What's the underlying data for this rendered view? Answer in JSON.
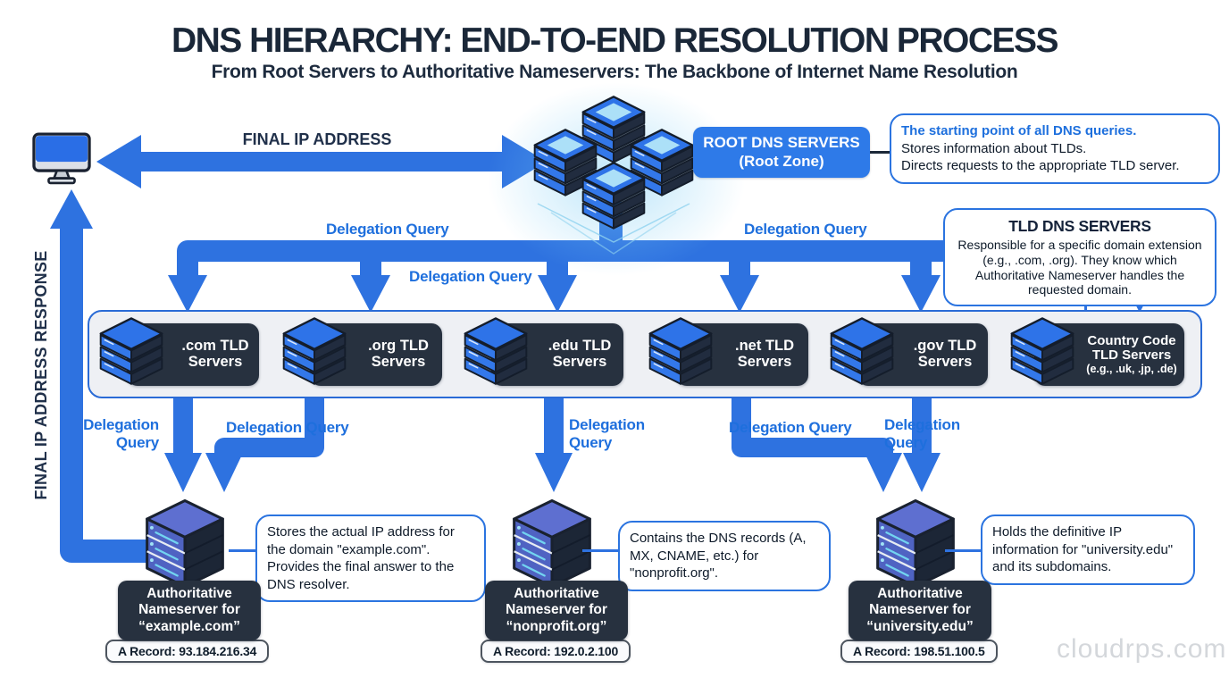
{
  "header": {
    "title": "DNS HIERARCHY: END-TO-END RESOLUTION PROCESS",
    "subtitle": "From Root Servers to Authoritative Nameservers: The Backbone of Internet Name Resolution"
  },
  "labels": {
    "final_ip": "FINAL IP ADDRESS",
    "final_ip_response": "FINAL IP ADDRESS RESPONSE",
    "delegation_query": "Delegation Query"
  },
  "root": {
    "name_line1": "ROOT DNS SERVERS",
    "name_line2": "(Root Zone)",
    "callout_line1": "The starting point of all DNS queries.",
    "callout_line2": "Stores information about TLDs.",
    "callout_line3": "Directs requests to the appropriate TLD server."
  },
  "tld": {
    "callout_title": "TLD DNS SERVERS",
    "callout_body": "Responsible for a specific domain extension (e.g., .com, .org). They know which Authoritative Nameserver handles the requested domain.",
    "servers": [
      {
        "label": ".com TLD Servers"
      },
      {
        "label": ".org TLD Servers"
      },
      {
        "label": ".edu TLD Servers"
      },
      {
        "label": ".net TLD Servers"
      },
      {
        "label": ".gov TLD Servers"
      },
      {
        "label": "Country Code TLD Servers",
        "sublabel": "(e.g., .uk, .jp, .de)"
      }
    ]
  },
  "authoritative": [
    {
      "label": "Authoritative Nameserver for",
      "domain": "“example.com”",
      "callout": "Stores the actual IP address for the domain \"example.com\". Provides the final answer to the DNS resolver.",
      "a_record": "A Record: 93.184.216.34"
    },
    {
      "label": "Authoritative Nameserver for",
      "domain": "“nonprofit.org”",
      "callout": "Contains the DNS records (A, MX, CNAME, etc.) for \"nonprofit.org\".",
      "a_record": "A Record: 192.0.2.100"
    },
    {
      "label": "Authoritative Nameserver for",
      "domain": "“university.edu”",
      "callout": "Holds the definitive IP information for \"university.edu\" and its subdomains.",
      "a_record": "A Record: 198.51.100.5"
    }
  ],
  "watermark": "cloudrps.com",
  "colors": {
    "arrow_blue": "#2e72e0",
    "label_blue": "#1e6fdd",
    "dark_box": "#27313f",
    "root_box_blue": "#2e7ae8",
    "callout_border": "#2b74e0"
  }
}
